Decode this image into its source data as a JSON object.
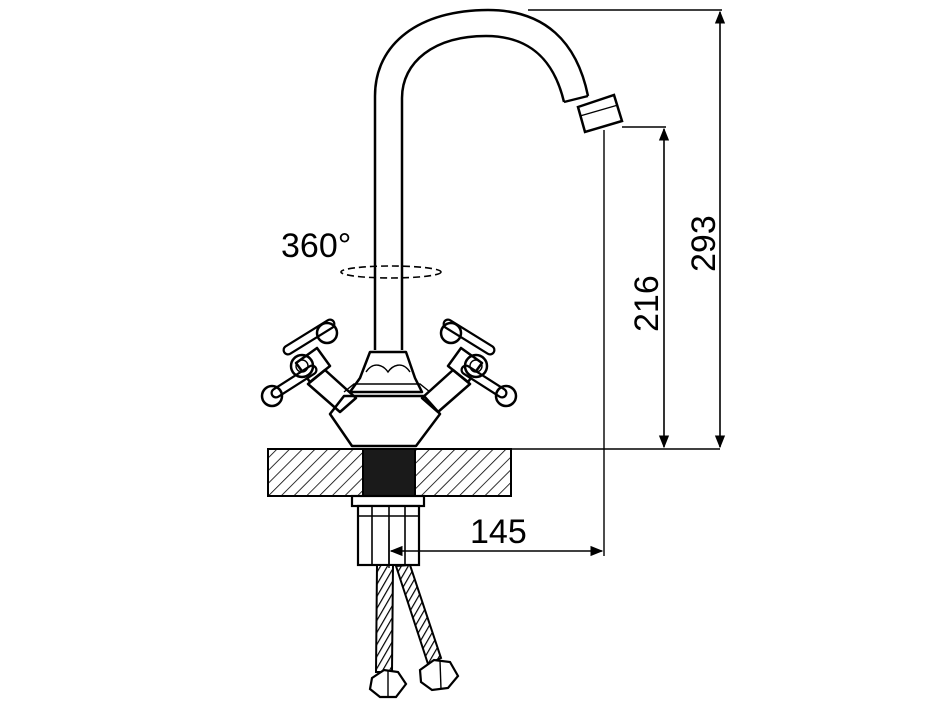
{
  "diagram": {
    "rotation_label": "360°",
    "dimensions": {
      "total_height": "293",
      "spout_height": "216",
      "spout_reach": "145"
    }
  }
}
